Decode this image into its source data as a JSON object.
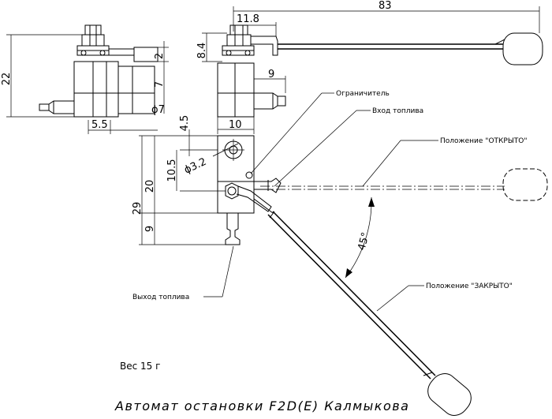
{
  "dimensions": {
    "d83": "83",
    "d11_8": "11.8",
    "d8_4": "8.4",
    "d22": "22",
    "d2": "2",
    "d7": "7",
    "d9_top": "9",
    "d_phi7": "ϕ7",
    "d5_5": "5.5",
    "d4_5": "4.5",
    "d10": "10",
    "d10_5": "10.5",
    "d_phi3_2": "ϕ3.2",
    "d20": "20",
    "d29": "29",
    "d9_bottom": "9",
    "d45": "45°"
  },
  "labels": {
    "limiter": "Ограничитель",
    "fuel_in": "Вход топлива",
    "open_pos": "Положение \"ОТКРЫТО\"",
    "fuel_out": "Выход топлива",
    "closed_pos": "Положение \"ЗАКРЫТО\""
  },
  "weight": "Вес 15 г",
  "title": "Автомат остановки F2D(E) Калмыкова"
}
